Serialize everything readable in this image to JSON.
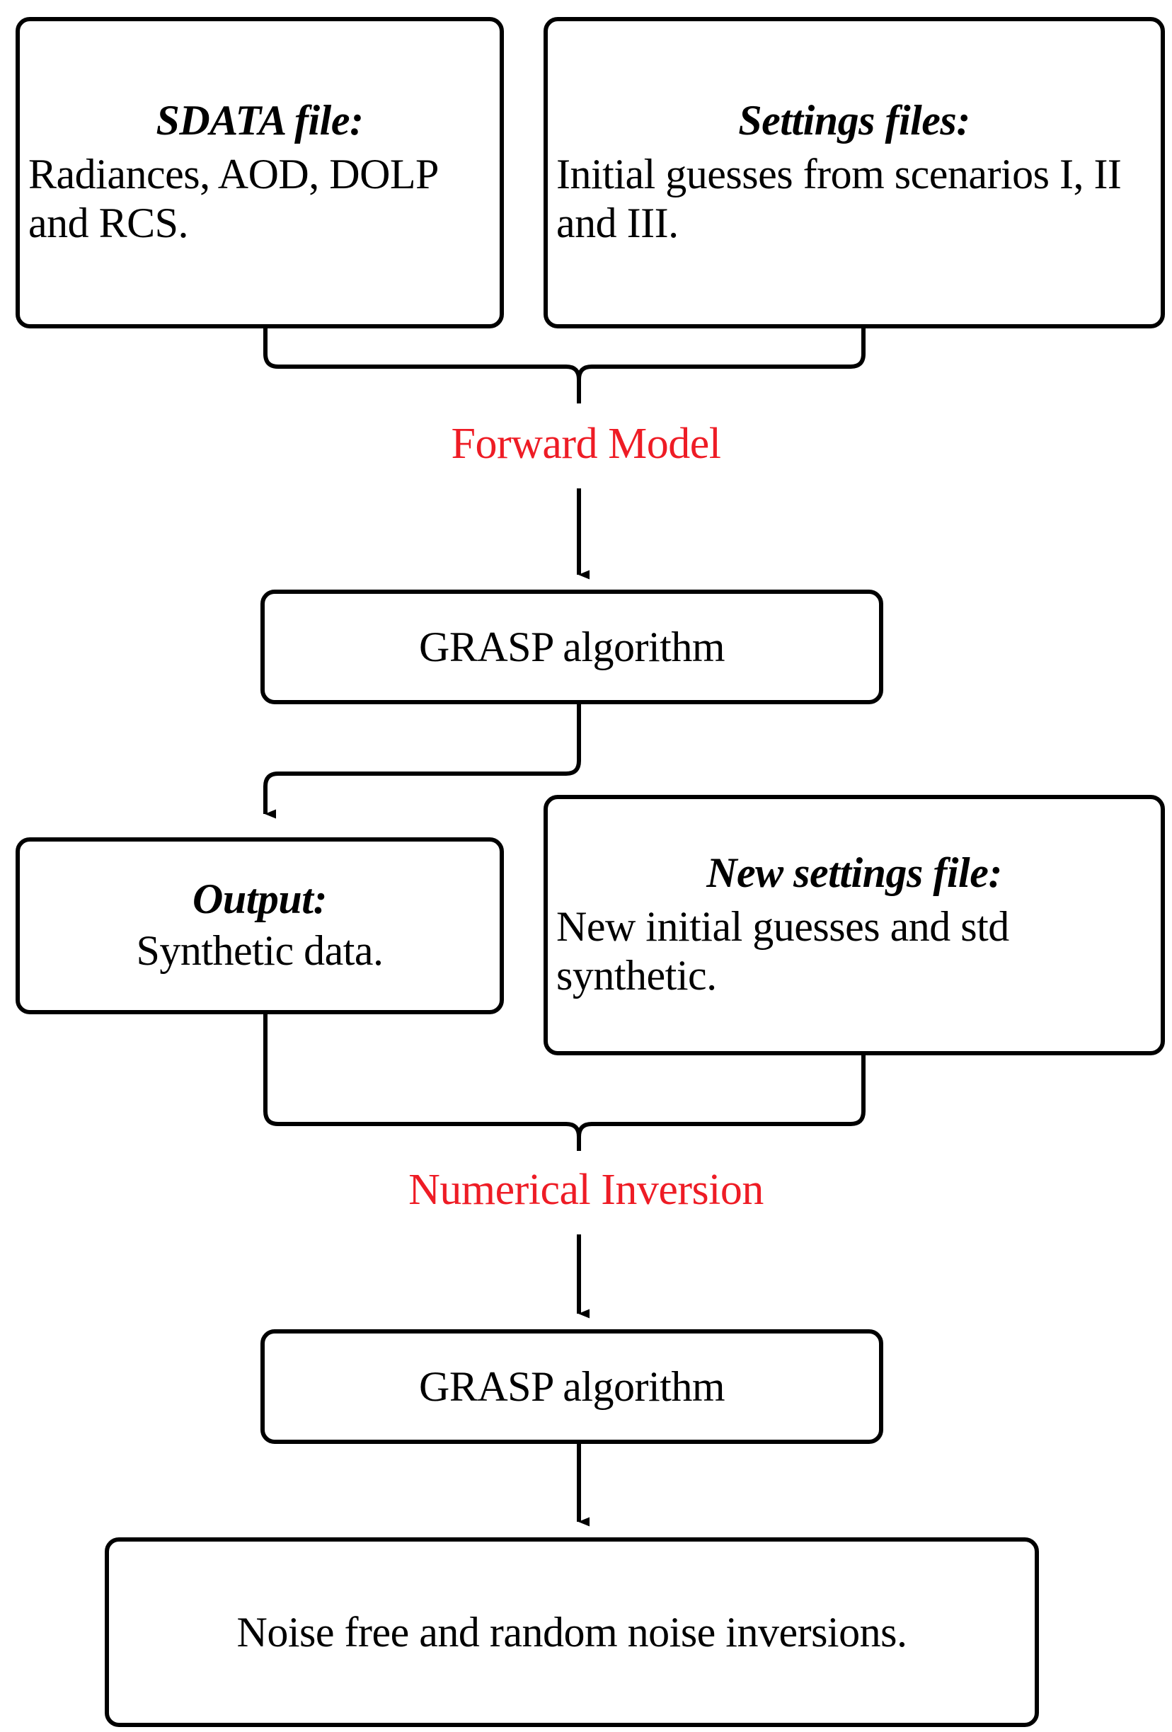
{
  "diagram": {
    "title": "GRASP synthetic-data forward model and numerical inversion workflow",
    "accent_color": "#ee1c25",
    "line_color": "#000000",
    "background_color": "#ffffff"
  },
  "nodes": {
    "sdata_file": {
      "title": "SDATA file:",
      "body": "Radiances, AOD,  DOLP and RCS."
    },
    "settings_files": {
      "title": "Settings files:",
      "body": "Initial guesses from scenarios I, II and III."
    },
    "grasp_algorithm_1": {
      "label": "GRASP algorithm"
    },
    "output": {
      "title": "Output:",
      "body": "Synthetic data."
    },
    "new_settings_file": {
      "title": "New settings file:",
      "body": "New initial guesses and std synthetic."
    },
    "grasp_algorithm_2": {
      "label": "GRASP algorithm"
    },
    "result": {
      "label": "Noise free and random noise inversions."
    }
  },
  "edges": {
    "forward_model": "Forward Model",
    "numerical_inversion": "Numerical Inversion"
  }
}
